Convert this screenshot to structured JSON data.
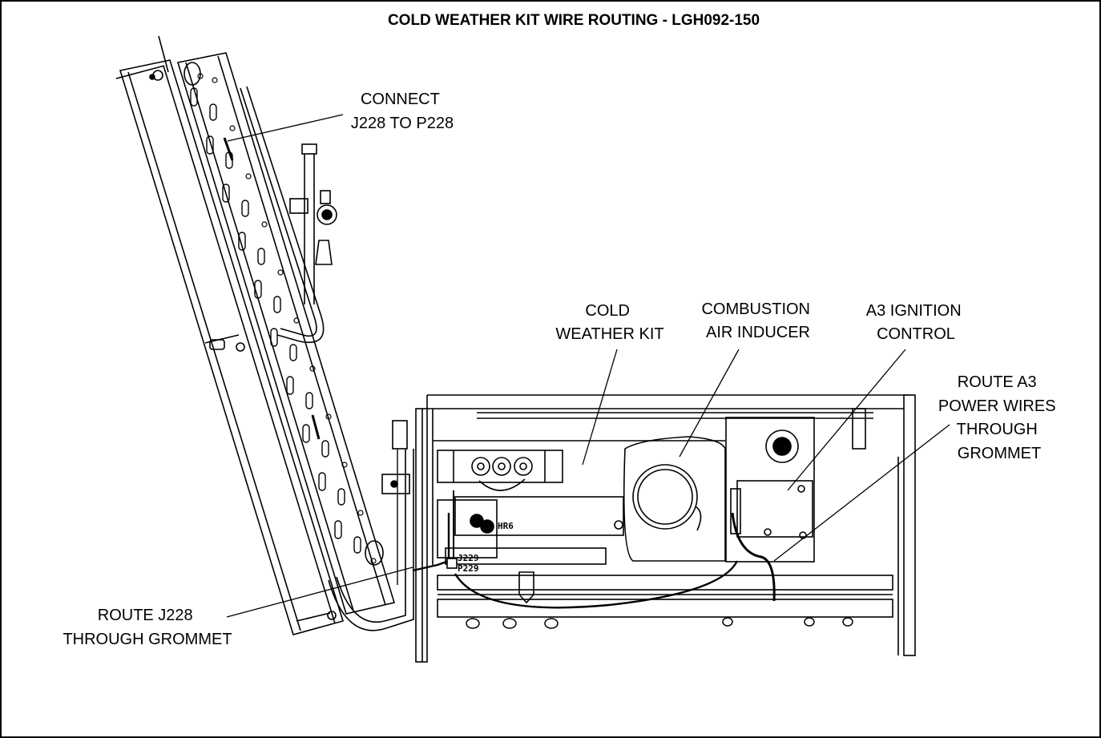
{
  "title": "COLD WEATHER KIT WIRE ROUTING - LGH092-150",
  "callouts": {
    "connect": [
      "CONNECT",
      "J228 TO P228"
    ],
    "cold_weather_kit": [
      "COLD",
      "WEATHER KIT"
    ],
    "combustion_air_inducer": [
      "COMBUSTION",
      "AIR INDUCER"
    ],
    "a3_ignition_control": [
      "A3 IGNITION",
      "CONTROL"
    ],
    "route_a3": [
      "ROUTE A3",
      "POWER WIRES",
      "THROUGH",
      "GROMMET"
    ],
    "route_j228": [
      "ROUTE J228",
      "THROUGH GROMMET"
    ]
  },
  "component_tags": {
    "hr6": "HR6",
    "j229": "J229",
    "p229": "P229"
  }
}
